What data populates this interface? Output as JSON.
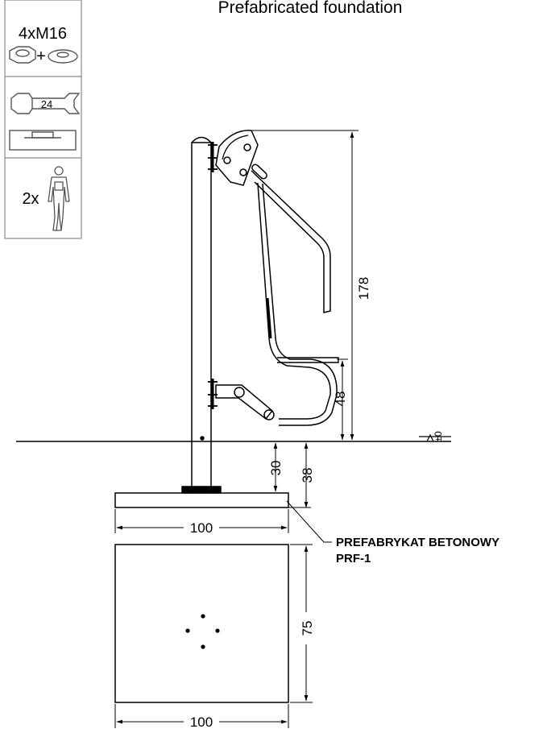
{
  "title": "Prefabricated foundation",
  "side_panel": {
    "bolts_label": "4xM16",
    "wrench_size": "24",
    "workers_label": "2x"
  },
  "dimensions": {
    "height_total": "178",
    "seat_height": "48",
    "depth_top": "30",
    "depth_bottom": "38",
    "foundation_width_side": "100",
    "foundation_width_plan": "100",
    "foundation_depth_plan": "75",
    "ground_symbol": "±0"
  },
  "note": {
    "line1": "PREFABRYKAT BETONOWY",
    "line2": "PRF-1"
  }
}
